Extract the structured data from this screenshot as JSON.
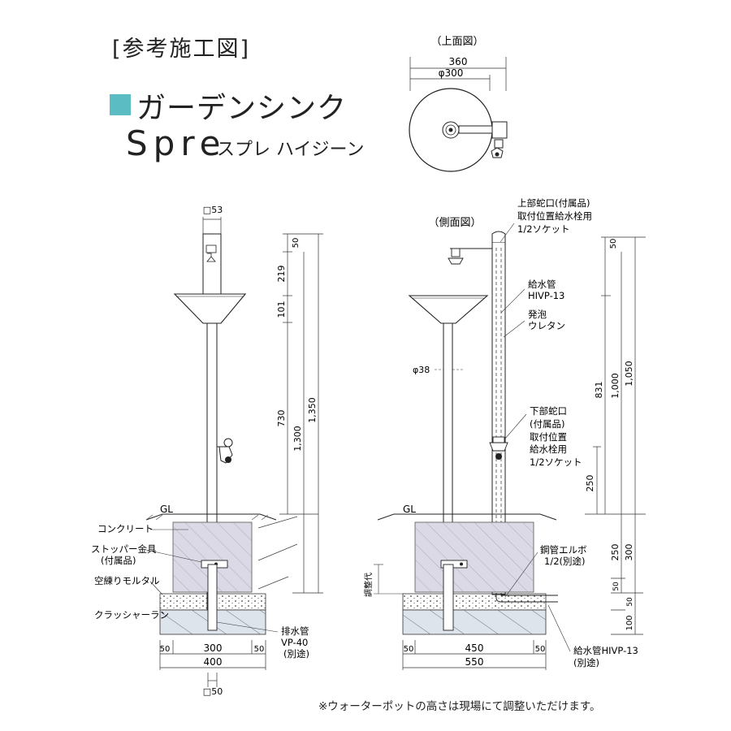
{
  "header": {
    "title": "[参考施工図]",
    "product_name": "ガーデンシンク",
    "model_latin": "Spre",
    "model_kana": "スプレ ハイジーン",
    "accent_color": "#5bbcc4"
  },
  "top_view": {
    "title": "（上面図）",
    "dim_outer": "360",
    "dim_inner": "φ300"
  },
  "front_view": {
    "post_size": "□53",
    "base_size": "□50",
    "dims_vertical": [
      "50",
      "219",
      "101",
      "730",
      "1,300",
      "1,350"
    ],
    "gl": "GL",
    "dims_bottom": [
      "50",
      "300",
      "50",
      "400"
    ],
    "labels": {
      "concrete": "コンクリート",
      "stopper_1": "ストッパー金具",
      "stopper_2": "(付属品)",
      "mortar": "空練りモルタル",
      "crusher": "クラッシャーラン",
      "drain_1": "排水管",
      "drain_2": "VP-40",
      "drain_3": "(別途)"
    }
  },
  "side_view": {
    "title": "（側面図）",
    "labels": {
      "upper_faucet_1": "上部蛇口(付属品)",
      "upper_faucet_2": "取付位置給水栓用",
      "upper_faucet_3": "1/2ソケット",
      "pipe_1": "給水管",
      "pipe_2": "HIVP-13",
      "foam_1": "発泡",
      "foam_2": "ウレタン",
      "diameter": "φ38",
      "lower_faucet_1": "下部蛇口",
      "lower_faucet_2": "(付属品)",
      "lower_faucet_3": "取付位置",
      "lower_faucet_4": "給水栓用",
      "lower_faucet_5": "1/2ソケット",
      "elbow_1": "鋼管エルボ",
      "elbow_2": "1/2(別途)",
      "adjust": "調整代",
      "supply_1": "給水管HIVP-13",
      "supply_2": "(別途)"
    },
    "gl": "GL",
    "dims_vertical": [
      "50",
      "831",
      "1,000",
      "1,050",
      "250",
      "250",
      "300",
      "50",
      "50",
      "100"
    ],
    "dims_bottom": [
      "50",
      "450",
      "50",
      "550"
    ]
  },
  "footer": {
    "note": "※ウォーターポットの高さは現場にて調整いただけます。"
  }
}
